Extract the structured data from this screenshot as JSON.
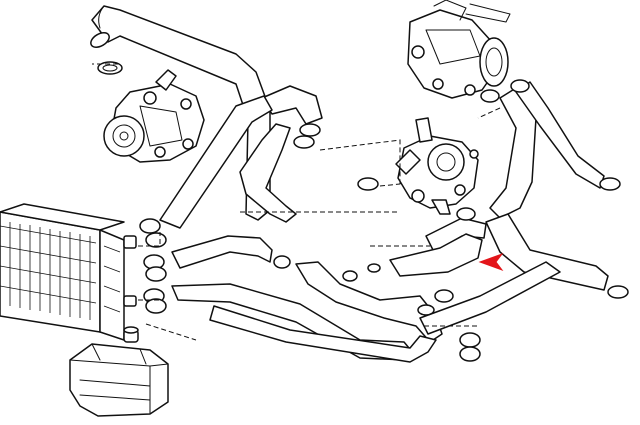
{
  "figure": {
    "kind": "exploded-parts-diagram",
    "components": [
      "radiator",
      "expansion-tank",
      "water-pump",
      "thermostat-housing",
      "throttle-body",
      "coolant-hoses",
      "hose-clamps"
    ],
    "highlight": {
      "icon": "red-arrow-pointer",
      "color": "#e3151a",
      "points_to": "coolant-hose"
    },
    "line_color": "#111111",
    "background": "#ffffff"
  }
}
